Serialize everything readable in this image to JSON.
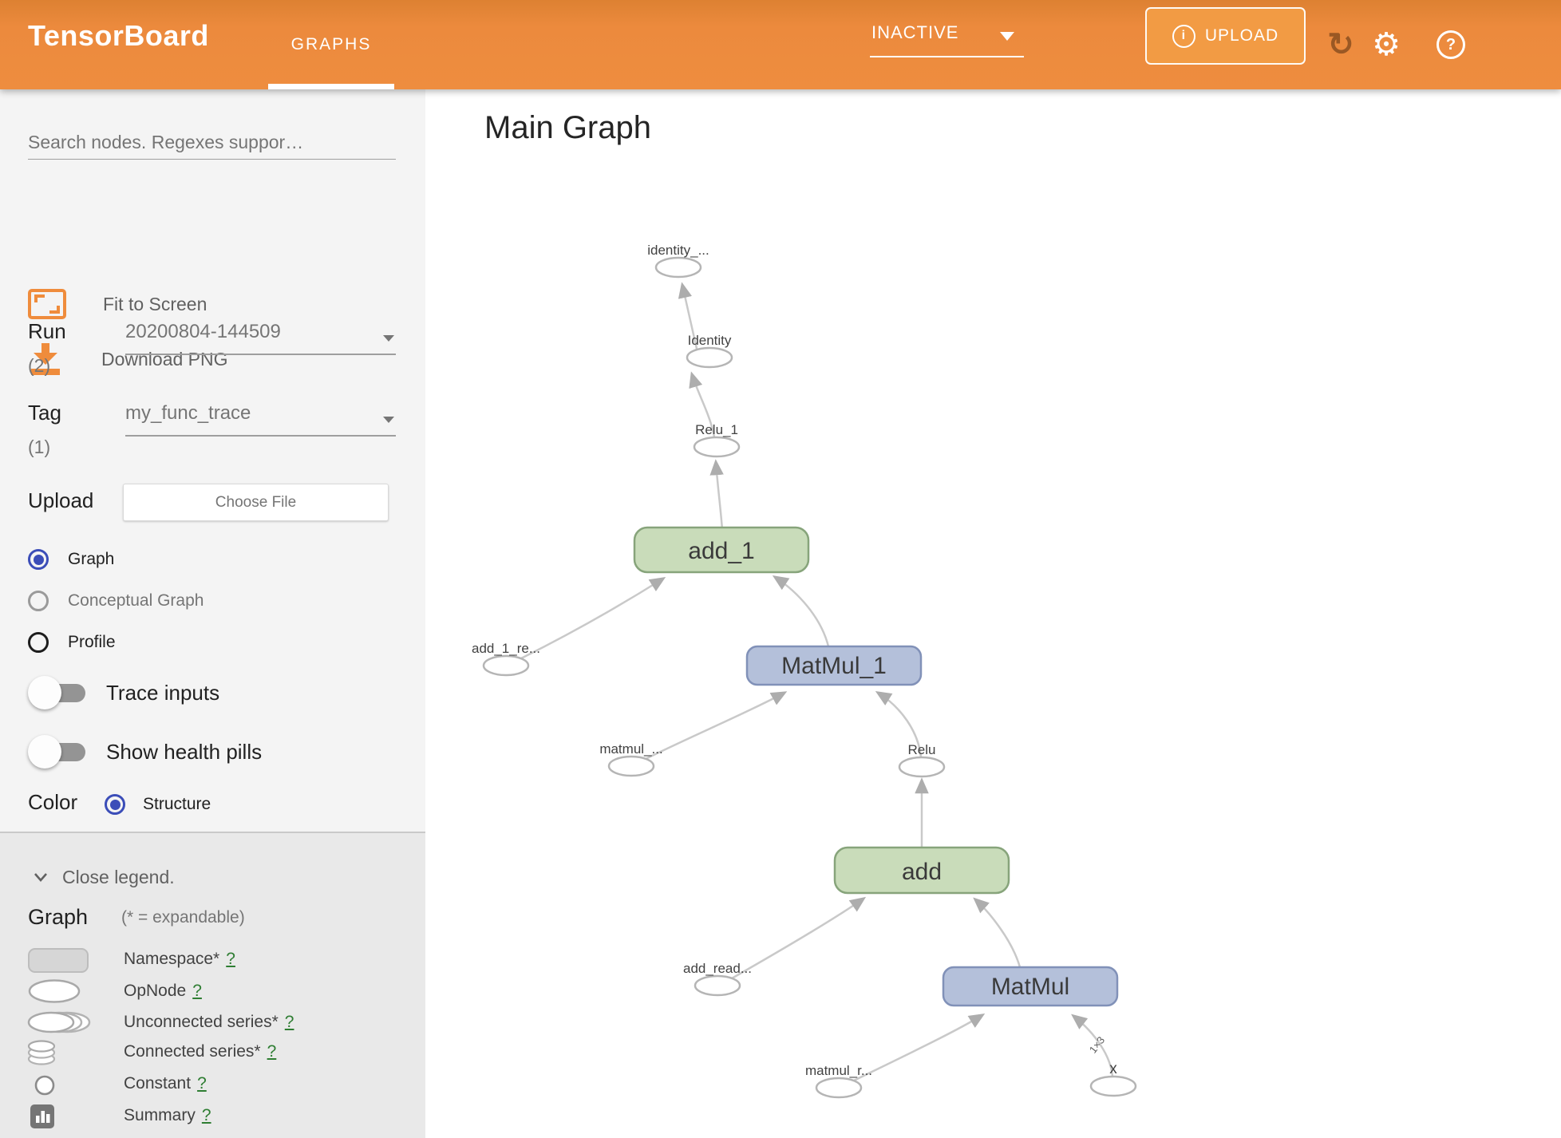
{
  "header": {
    "app_title": "TensorBoard",
    "tab": "GRAPHS",
    "status": "INACTIVE",
    "upload_label": "UPLOAD",
    "info_glyph": "i",
    "refresh_glyph": "↻",
    "gear_glyph": "⚙",
    "help_glyph": "?",
    "accent_color": "#ee8d3f"
  },
  "sidebar": {
    "search_placeholder": "Search nodes. Regexes suppor…",
    "fit_to_screen": "Fit to Screen",
    "download_png": "Download PNG",
    "run": {
      "label": "Run",
      "count": "(2)",
      "value": "20200804-144509"
    },
    "tag": {
      "label": "Tag",
      "count": "(1)",
      "value": "my_func_trace"
    },
    "upload": {
      "label": "Upload",
      "button": "Choose File"
    },
    "views": {
      "graph": "Graph",
      "conceptual": "Conceptual Graph",
      "profile": "Profile"
    },
    "toggles": {
      "trace_inputs": "Trace inputs",
      "health_pills": "Show health pills"
    },
    "color": {
      "label": "Color",
      "option": "Structure"
    },
    "legend": {
      "close": "Close legend.",
      "header": "Graph",
      "note": "(* = expandable)",
      "help_mark": "?",
      "items": {
        "namespace": "Namespace*",
        "opnode": "OpNode",
        "unconnected": "Unconnected series*",
        "connected": "Connected series*",
        "constant": "Constant",
        "summary": "Summary"
      }
    },
    "colors": {
      "node_green": "#c9dcba",
      "node_blue": "#b4c0da",
      "icon_orange": "#ef8c3c"
    }
  },
  "main": {
    "title": "Main Graph",
    "nodes": {
      "identity_out": "identity_...",
      "identity": "Identity",
      "relu_1": "Relu_1",
      "add_1": "add_1",
      "add_1_re": "add_1_re...",
      "matmul_1": "MatMul_1",
      "matmul_in": "matmul_...",
      "relu": "Relu",
      "add": "add",
      "add_read": "add_read...",
      "matmul": "MatMul",
      "matmul_r": "matmul_r...",
      "x": "x"
    },
    "edge_label": "1×3"
  }
}
